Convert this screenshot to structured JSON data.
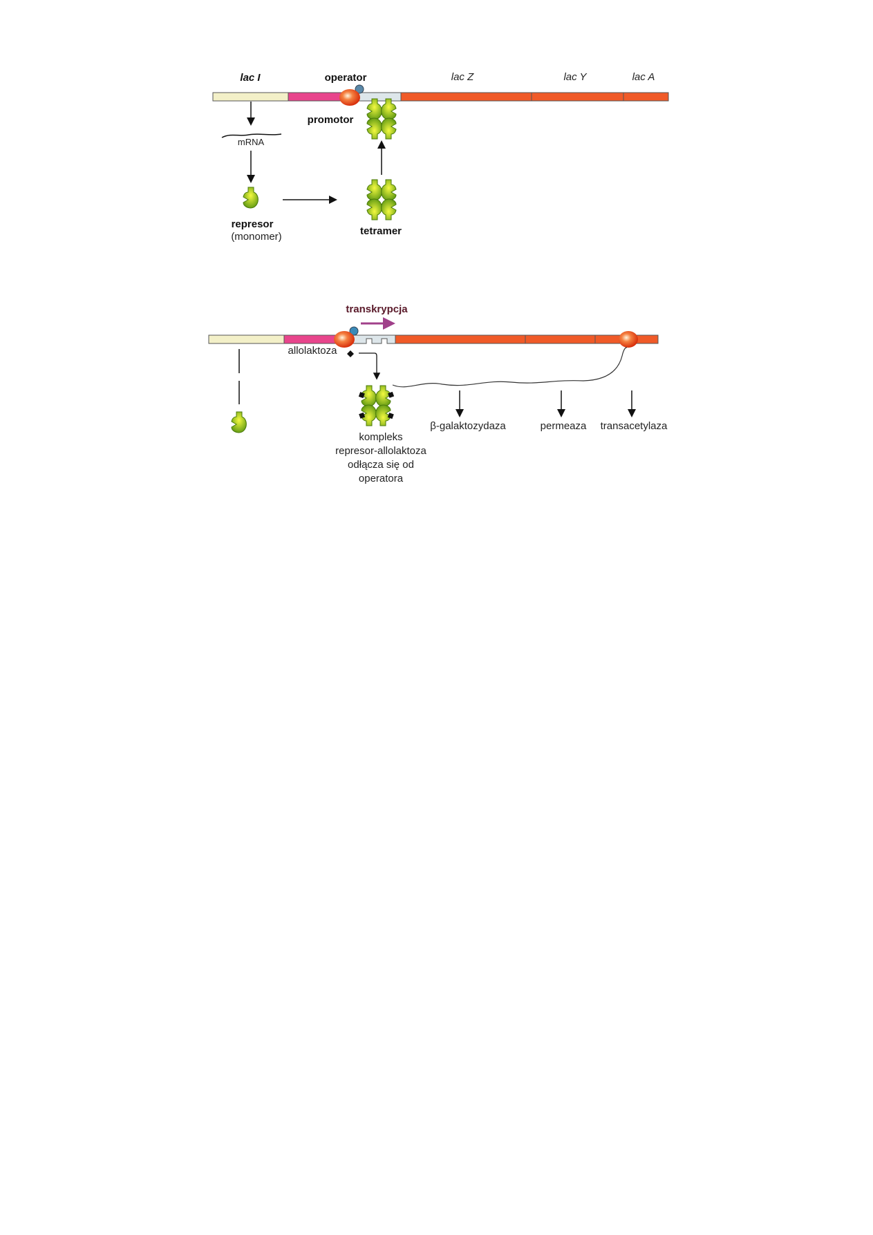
{
  "panel_repressed": {
    "labels": {
      "lac_i": "lac I",
      "operator": "operator",
      "lac_z": "lac Z",
      "lac_y": "lac Y",
      "lac_a": "lac A",
      "promotor": "promotor",
      "mrna": "mRNA",
      "represor": "represor",
      "monomer": "(monomer)",
      "tetramer": "tetramer"
    }
  },
  "panel_induced": {
    "labels": {
      "transkrypcja": "transkrypcja",
      "allolaktoza": "allolaktoza",
      "kompleks_1": "kompleks",
      "kompleks_2": "represor-allolaktoza",
      "kompleks_3": "odłącza się od",
      "kompleks_4": "operatora",
      "beta_gal": "β-galaktozydaza",
      "permeaza": "permeaza",
      "transacetylaza": "transacetylaza"
    }
  },
  "colors": {
    "lacI_segment": "#f3f0c8",
    "promoter_segment": "#e8458c",
    "operator_segment": "#dde6ea",
    "structural_genes": "#f05a28",
    "repressor": "#c6e01a",
    "polymerase": "#e8401c",
    "transcription_arrow": "#a0408a",
    "transcription_label": "#5a1a2a"
  }
}
